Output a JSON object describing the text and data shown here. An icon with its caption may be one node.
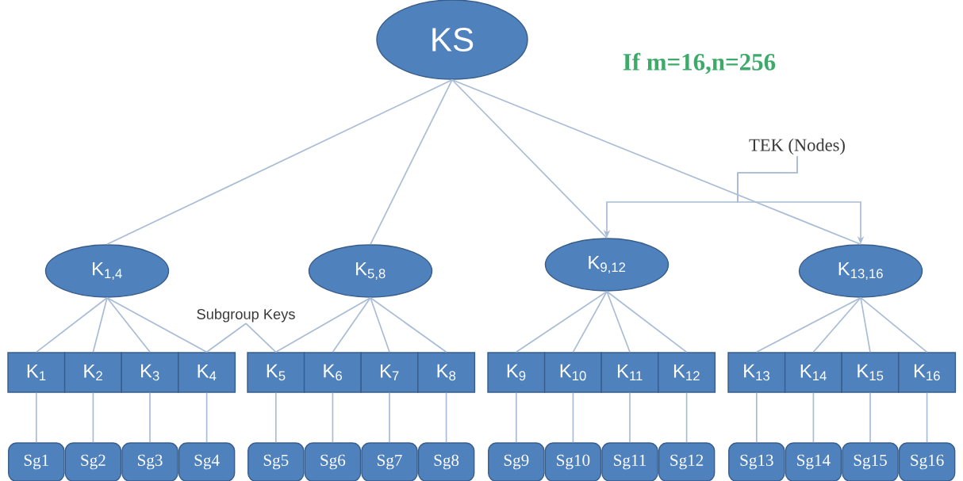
{
  "diagram": {
    "nodes": [
      {
        "text": [
          "KS"
        ]
      },
      {
        "text": [
          "K$_{1,4}$"
        ]
      },
      {
        "text": [
          "K$_{5,8}$"
        ]
      },
      {
        "text": [
          "K$_{9,12}$"
        ]
      },
      {
        "text": [
          "K$_{13,16}$"
        ]
      },
      {
        "text": [
          "K$_{1}$"
        ]
      },
      {
        "text": [
          "K$_{2}$"
        ]
      },
      {
        "text": [
          "K$_{3}$"
        ]
      },
      {
        "text": [
          "K$_{4}$"
        ]
      },
      {
        "text": [
          "K$_{5}$"
        ]
      },
      {
        "text": [
          "K$_{6}$"
        ]
      },
      {
        "text": [
          "K$_{7}$"
        ]
      },
      {
        "text": [
          "K$_{8}$"
        ]
      },
      {
        "text": [
          "K$_{9}$"
        ]
      },
      {
        "text": [
          "K$_{10}$"
        ]
      },
      {
        "text": [
          "K$_{11}$"
        ]
      },
      {
        "text": [
          "K$_{12}$"
        ]
      },
      {
        "text": [
          "K$_{13}$"
        ]
      },
      {
        "text": [
          "K$_{14}$"
        ]
      },
      {
        "text": [
          "K$_{15}$"
        ]
      },
      {
        "text": [
          "K$_{16}$"
        ]
      },
      {
        "text": [
          "Sg1"
        ]
      },
      {
        "text": [
          "Sg2"
        ]
      },
      {
        "text": [
          "Sg3"
        ]
      },
      {
        "text": [
          "Sg4"
        ]
      },
      {
        "text": [
          "Sg5"
        ]
      },
      {
        "text": [
          "Sg6"
        ]
      },
      {
        "text": [
          "Sg7"
        ]
      },
      {
        "text": [
          "Sg8"
        ]
      },
      {
        "text": [
          "Sg9"
        ]
      },
      {
        "text": [
          "Sg10"
        ]
      },
      {
        "text": [
          "Sg11"
        ]
      },
      {
        "text": [
          "Sg12"
        ]
      },
      {
        "text": [
          "Sg13"
        ]
      },
      {
        "text": [
          "Sg14"
        ]
      },
      {
        "text": [
          "Sg15"
        ]
      },
      {
        "text": [
          "Sg16"
        ]
      },
      {
        "text": [
          "Subgroup Keys"
        ]
      },
      {
        "text": [
          "TEK (Nodes)"
        ]
      }
    ],
    "edges": [
      {
        "from": 0,
        "to": 1,
        "arrow": "none"
      },
      {
        "from": 0,
        "to": 2,
        "arrow": "none"
      },
      {
        "from": 0,
        "to": 3,
        "arrow": "none"
      },
      {
        "from": 0,
        "to": 4,
        "arrow": "none"
      },
      {
        "from": 1,
        "to": 5,
        "arrow": "none"
      },
      {
        "from": 1,
        "to": 6,
        "arrow": "none"
      },
      {
        "from": 1,
        "to": 7,
        "arrow": "none"
      },
      {
        "from": 1,
        "to": 8,
        "arrow": "none"
      },
      {
        "from": 2,
        "to": 9,
        "arrow": "none"
      },
      {
        "from": 2,
        "to": 10,
        "arrow": "none"
      },
      {
        "from": 2,
        "to": 11,
        "arrow": "none"
      },
      {
        "from": 2,
        "to": 12,
        "arrow": "none"
      },
      {
        "from": 3,
        "to": 13,
        "arrow": "none"
      },
      {
        "from": 3,
        "to": 14,
        "arrow": "none"
      },
      {
        "from": 3,
        "to": 15,
        "arrow": "none"
      },
      {
        "from": 3,
        "to": 16,
        "arrow": "none"
      },
      {
        "from": 4,
        "to": 17,
        "arrow": "none"
      },
      {
        "from": 4,
        "to": 18,
        "arrow": "none"
      },
      {
        "from": 4,
        "to": 19,
        "arrow": "none"
      },
      {
        "from": 4,
        "to": 20,
        "arrow": "none"
      },
      {
        "from": 5,
        "to": 21,
        "arrow": "none"
      },
      {
        "from": 6,
        "to": 22,
        "arrow": "none"
      },
      {
        "from": 7,
        "to": 23,
        "arrow": "none"
      },
      {
        "from": 8,
        "to": 24,
        "arrow": "none"
      },
      {
        "from": 9,
        "to": 25,
        "arrow": "none"
      },
      {
        "from": 10,
        "to": 26,
        "arrow": "none"
      },
      {
        "from": 11,
        "to": 27,
        "arrow": "none"
      },
      {
        "from": 12,
        "to": 28,
        "arrow": "none"
      },
      {
        "from": 13,
        "to": 29,
        "arrow": "none"
      },
      {
        "from": 14,
        "to": 30,
        "arrow": "none"
      },
      {
        "from": 15,
        "to": 31,
        "arrow": "none"
      },
      {
        "from": 16,
        "to": 32,
        "arrow": "none"
      },
      {
        "from": 17,
        "to": 33,
        "arrow": "none"
      },
      {
        "from": 18,
        "to": 34,
        "arrow": "none"
      },
      {
        "from": 19,
        "to": 35,
        "arrow": "none"
      },
      {
        "from": 20,
        "to": 36,
        "arrow": "none"
      },
      {
        "from": 37,
        "to": 8,
        "arrow": "none"
      },
      {
        "from": 37,
        "to": 9,
        "arrow": "none"
      },
      {
        "from": 38,
        "to": 3,
        "arrow": "to"
      },
      {
        "from": 38,
        "to": 4,
        "arrow": "to"
      }
    ],
    "labels": [
      "If m=16,n=256"
    ]
  }
}
